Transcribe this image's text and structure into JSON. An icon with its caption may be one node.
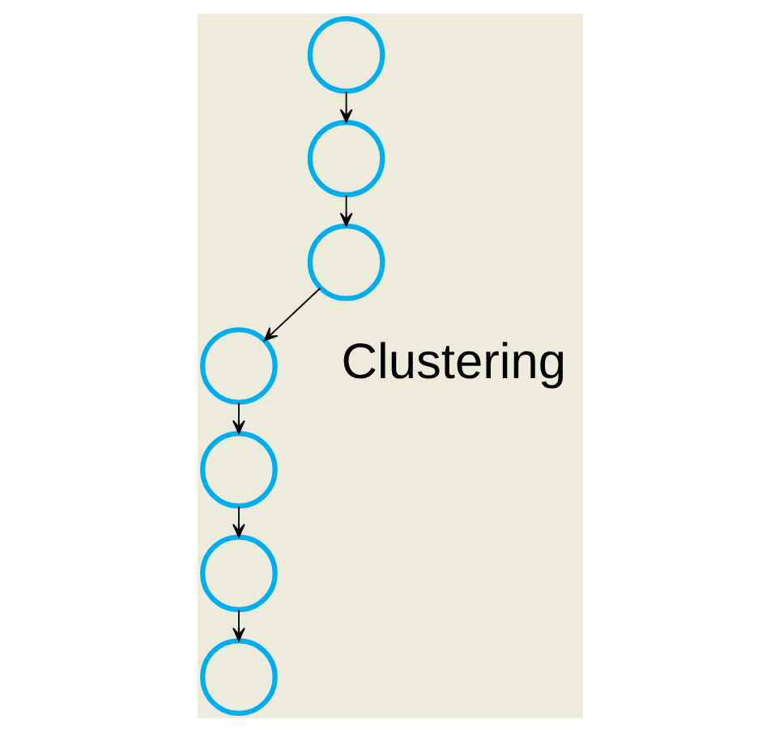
{
  "diagram": {
    "nodes": [
      {
        "text": [],
        "shape": "circle"
      },
      {
        "text": [],
        "shape": "circle"
      },
      {
        "text": [],
        "shape": "circle"
      },
      {
        "text": [],
        "shape": "circle"
      },
      {
        "text": [],
        "shape": "circle"
      },
      {
        "text": [],
        "shape": "circle"
      },
      {
        "text": [],
        "shape": "circle"
      }
    ],
    "edges": [
      {
        "from": 0,
        "to": 1,
        "arrow": "to"
      },
      {
        "from": 1,
        "to": 4,
        "arrow": "to"
      },
      {
        "from": 4,
        "to": 3,
        "arrow": "to"
      },
      {
        "from": 3,
        "to": 2,
        "arrow": "to"
      },
      {
        "from": 2,
        "to": 5,
        "arrow": "to"
      },
      {
        "from": 5,
        "to": 6,
        "arrow": "to"
      }
    ],
    "labels": [
      "Clustering"
    ]
  }
}
